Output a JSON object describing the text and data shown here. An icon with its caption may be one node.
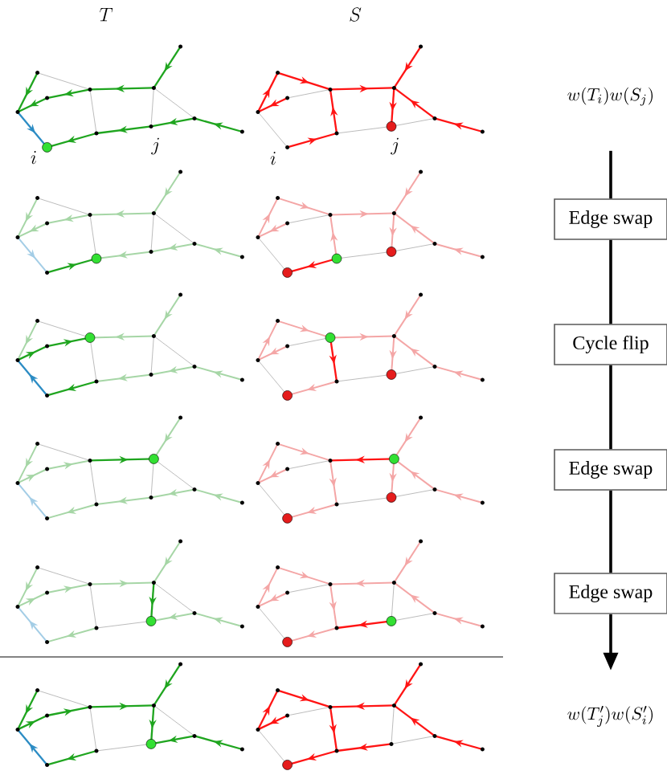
{
  "diagram": {
    "nodes": [
      {
        "text": [
          "w(T_i)w(S_j)"
        ]
      },
      {
        "text": [
          "Edge swap"
        ]
      },
      {
        "text": [
          "Cycle flip"
        ]
      },
      {
        "text": [
          "Edge swap"
        ]
      },
      {
        "text": [
          "Edge swap"
        ]
      },
      {
        "text": [
          "w(T'_j)w(S'_i)"
        ]
      }
    ],
    "edges": [
      {
        "from": 0,
        "to": 1,
        "arrow": "none"
      },
      {
        "from": 1,
        "to": 2,
        "arrow": "none"
      },
      {
        "from": 2,
        "to": 3,
        "arrow": "none"
      },
      {
        "from": 3,
        "to": 4,
        "arrow": "none"
      },
      {
        "from": 4,
        "to": 5,
        "arrow": "to"
      }
    ],
    "labels": [
      "T",
      "S",
      "i",
      "j",
      "i",
      "j"
    ]
  }
}
